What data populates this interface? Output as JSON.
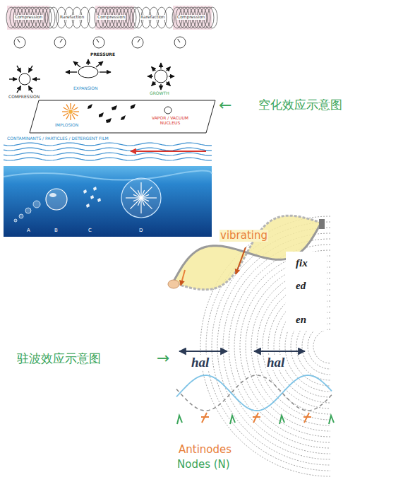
{
  "diagram": {
    "labels": [
      "Compression",
      "Rarefaction",
      "Compression",
      "Rarefaction",
      "Compression",
      "PRESSURE",
      "COMPRESSION",
      "EXPANSION",
      "GROWTH",
      "IMPLOSION",
      "VAPOR / VACUUM NUCLEUS",
      "CONTAMINANTS / PARTICLES / DETERGENT FILM",
      "A",
      "B",
      "C",
      "D",
      "←",
      "空化效应示意图",
      "vibrating",
      "fix",
      "ed",
      "en",
      "驻波效应示意图",
      "→",
      "hal",
      "hal",
      "Antinodes",
      "Nodes (N)"
    ]
  }
}
